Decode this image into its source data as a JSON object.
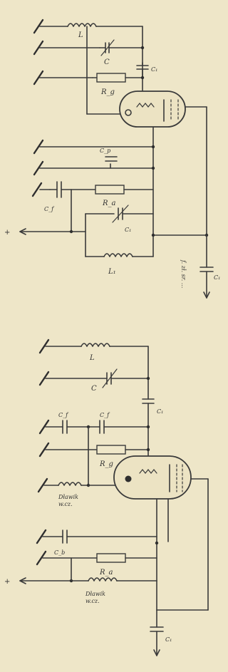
{
  "top_circuit": {
    "labels": {
      "L_top": "L",
      "C_variable": "C",
      "C_coupling": "C₁",
      "R_grid": "R_g",
      "C_cathode": "C_p",
      "R_anode": "R_a",
      "C_decoupling": "C_f",
      "C_feedback": "C₁",
      "L_feedback": "L₁",
      "C_output": "C₁",
      "output_note": "f. zł. sr. ...",
      "plus_supply": "+"
    }
  },
  "bottom_circuit": {
    "labels": {
      "L_top": "L",
      "C_variable": "C",
      "C_coupling": "C₁",
      "C_a": "C_f",
      "C_b": "C_f",
      "R_grid": "R_g",
      "choke_grid": "Dławik",
      "choke_grid_2": "w.cz.",
      "C_cathode": "C_b",
      "R_anode": "R_a",
      "choke_anode": "Dławik",
      "choke_anode_2": "w.cz.",
      "C_output": "C₁",
      "plus_supply": "+"
    }
  }
}
